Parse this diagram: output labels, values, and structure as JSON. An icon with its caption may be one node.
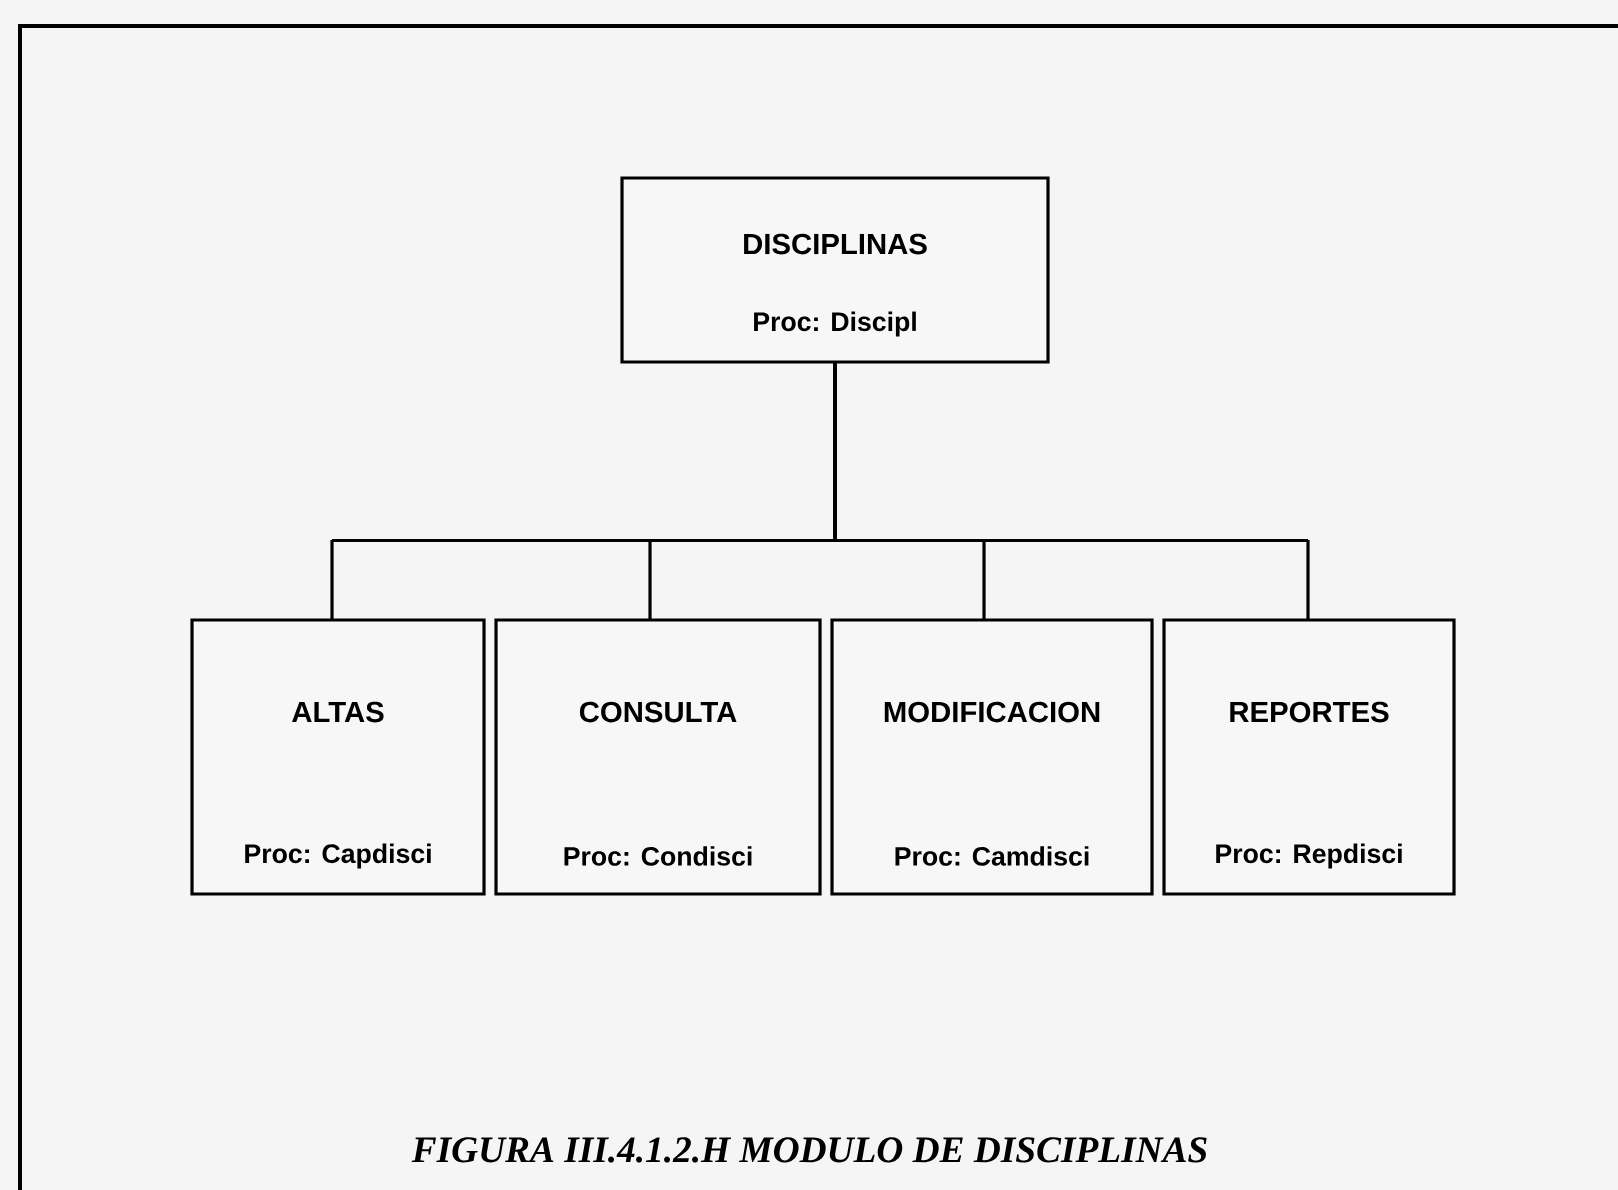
{
  "diagram": {
    "caption": "FIGURA III.4.1.2.H  MODULO DE DISCIPLINAS",
    "nodes": [
      {
        "text": [
          "DISCIPLINAS",
          "Proc: Discipl"
        ]
      },
      {
        "text": [
          "ALTAS",
          "Proc: Capdisci"
        ]
      },
      {
        "text": [
          "CONSULTA",
          "Proc: Condisci"
        ]
      },
      {
        "text": [
          "MODIFICACION",
          "Proc: Camdisci"
        ]
      },
      {
        "text": [
          "REPORTES",
          "Proc: Repdisci"
        ]
      }
    ],
    "edges": [
      {
        "from": 0,
        "to": 1,
        "arrow": "none"
      },
      {
        "from": 0,
        "to": 2,
        "arrow": "none"
      },
      {
        "from": 0,
        "to": 3,
        "arrow": "none"
      },
      {
        "from": 0,
        "to": 4,
        "arrow": "none"
      }
    ]
  }
}
